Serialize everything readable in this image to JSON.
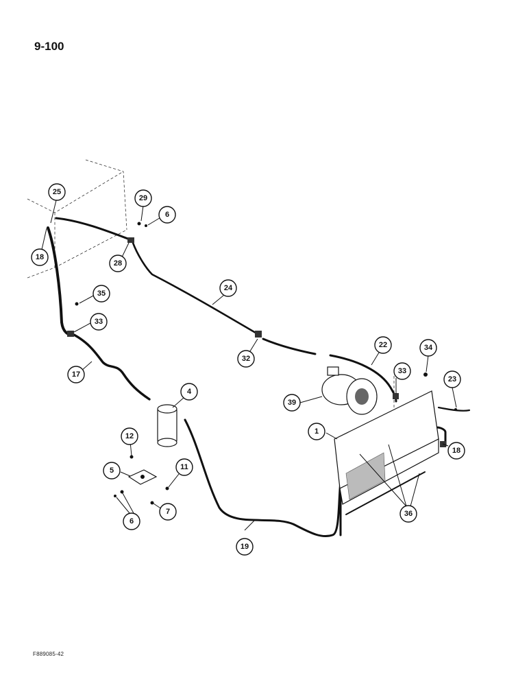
{
  "page_number": "9-100",
  "figure_code": "F889085-42",
  "callouts": [
    {
      "id": "c25",
      "label": "25"
    },
    {
      "id": "c18a",
      "label": "18"
    },
    {
      "id": "c29",
      "label": "29"
    },
    {
      "id": "c6a",
      "label": "6"
    },
    {
      "id": "c28",
      "label": "28"
    },
    {
      "id": "c24",
      "label": "24"
    },
    {
      "id": "c35",
      "label": "35"
    },
    {
      "id": "c33a",
      "label": "33"
    },
    {
      "id": "c17",
      "label": "17"
    },
    {
      "id": "c32",
      "label": "32"
    },
    {
      "id": "c22",
      "label": "22"
    },
    {
      "id": "c34",
      "label": "34"
    },
    {
      "id": "c33b",
      "label": "33"
    },
    {
      "id": "c23",
      "label": "23"
    },
    {
      "id": "c39",
      "label": "39"
    },
    {
      "id": "c4",
      "label": "4"
    },
    {
      "id": "c1",
      "label": "1"
    },
    {
      "id": "c18b",
      "label": "18"
    },
    {
      "id": "c12",
      "label": "12"
    },
    {
      "id": "c11",
      "label": "11"
    },
    {
      "id": "c5",
      "label": "5"
    },
    {
      "id": "c7",
      "label": "7"
    },
    {
      "id": "c6b",
      "label": "6"
    },
    {
      "id": "c36",
      "label": "36"
    },
    {
      "id": "c19",
      "label": "19"
    }
  ]
}
